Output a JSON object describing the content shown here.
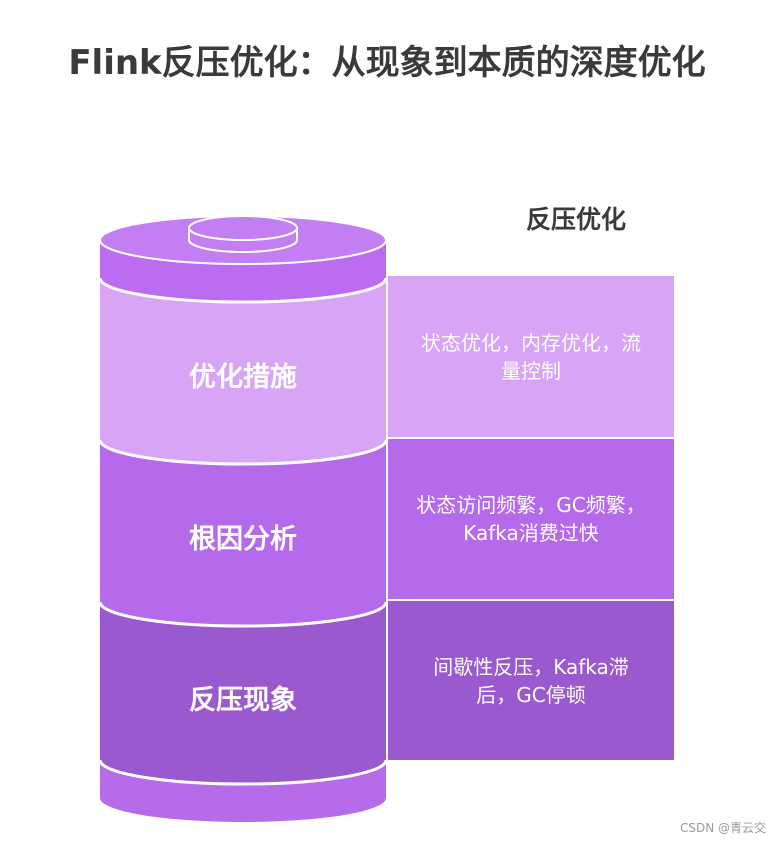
{
  "title": "Flink反压优化：从现象到本质的深度优化",
  "right_heading": "反压优化",
  "layers": [
    {
      "label": "优化措施",
      "description": "状态优化，内存优化，流量控制",
      "color": "#d8a4f5"
    },
    {
      "label": "根因分析",
      "description": "状态访问频繁，GC频繁，Kafka消费过快",
      "color": "#b569eb"
    },
    {
      "label": "反压现象",
      "description": "间歇性反压，Kafka滞后，GC停顿",
      "color": "#9b59cf"
    }
  ],
  "colors": {
    "cap": "#bb6cf0",
    "cap_inner": "#c37ef3",
    "bottom_band": "#b66be9",
    "separator": "#ffffff",
    "title": "#3a3a3a"
  },
  "watermark": "CSDN @青云交"
}
